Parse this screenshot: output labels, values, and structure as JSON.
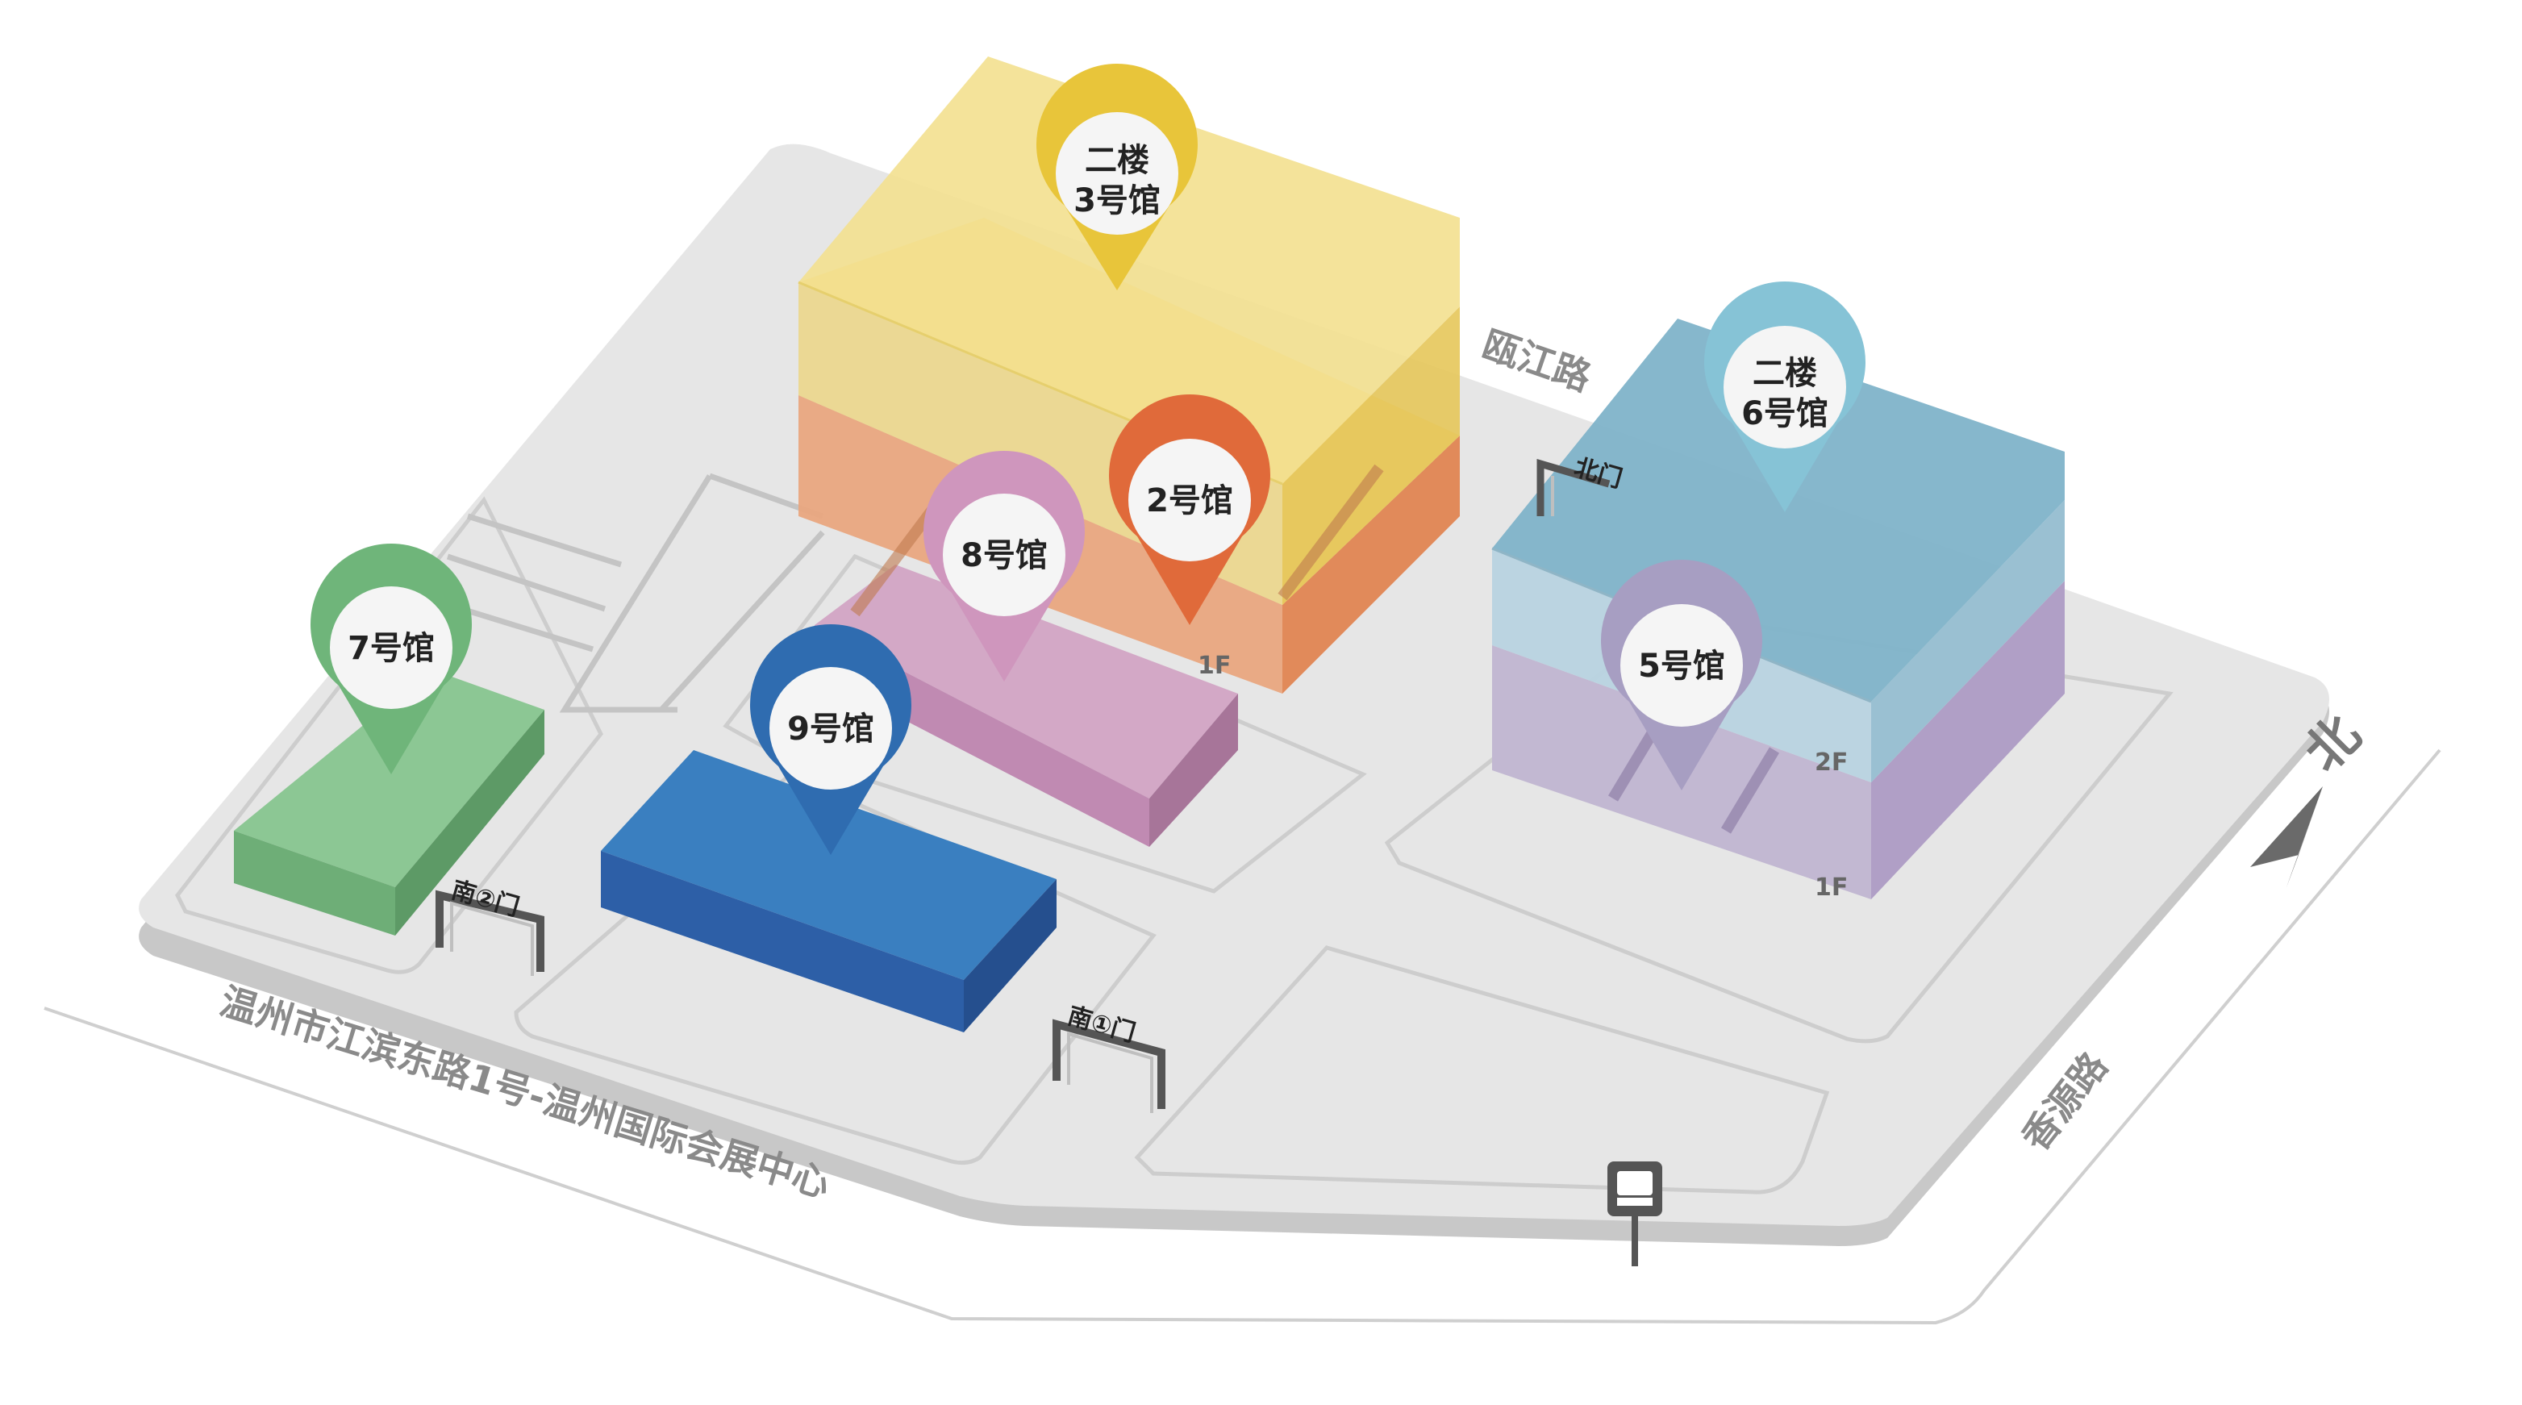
{
  "roads": {
    "south": "温州市江滨东路1号-温州国际会展中心",
    "north": "瓯江路",
    "east": "香源路"
  },
  "gates": {
    "south1": "南①门",
    "south2": "南②门",
    "north": "北门"
  },
  "floors": {
    "hall2_1f": "1F",
    "hall5_1f": "1F",
    "hall5_2f": "2F"
  },
  "compass": {
    "label": "北"
  },
  "icons": {
    "bus_stop": "bus-icon",
    "compass": "north-arrow-icon"
  },
  "halls": [
    {
      "id": "hall-3",
      "line1": "二楼",
      "line2": "3号馆",
      "color": "#e8c53a"
    },
    {
      "id": "hall-2",
      "line1": "2号馆",
      "line2": "",
      "color": "#e06a3a"
    },
    {
      "id": "hall-8",
      "line1": "8号馆",
      "line2": "",
      "color": "#cf96bd"
    },
    {
      "id": "hall-7",
      "line1": "7号馆",
      "line2": "",
      "color": "#6fb57a"
    },
    {
      "id": "hall-9",
      "line1": "9号馆",
      "line2": "",
      "color": "#2f6cb0"
    },
    {
      "id": "hall-6",
      "line1": "二楼",
      "line2": "6号馆",
      "color": "#86c3d6"
    },
    {
      "id": "hall-5",
      "line1": "5号馆",
      "line2": "",
      "color": "#a79ec2"
    }
  ]
}
